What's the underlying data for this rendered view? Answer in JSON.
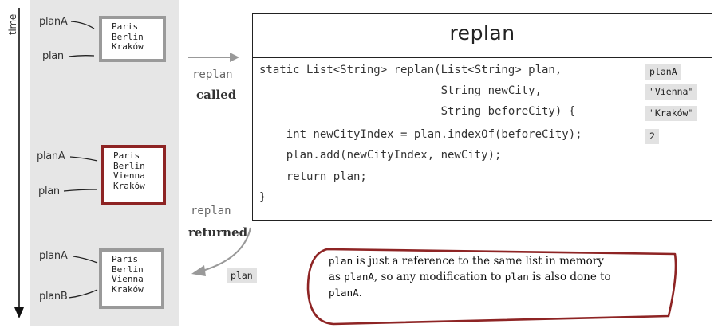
{
  "timeline": {
    "label": "time"
  },
  "states": [
    {
      "labels": [
        "planA",
        "plan"
      ],
      "items": [
        "Paris",
        "Berlin",
        "Kraków"
      ]
    },
    {
      "labels": [
        "planA",
        "plan"
      ],
      "items": [
        "Paris",
        "Berlin",
        "Vienna",
        "Kraków"
      ]
    },
    {
      "labels": [
        "planA",
        "planB"
      ],
      "items": [
        "Paris",
        "Berlin",
        "Vienna",
        "Kraków"
      ]
    }
  ],
  "transitions": {
    "called": {
      "line1": "replan",
      "line2": "called"
    },
    "returned": {
      "line1": "replan",
      "line2": "returned"
    },
    "returned_value": "plan"
  },
  "code": {
    "title": "replan",
    "lines": [
      "static List<String> replan(List<String> plan,",
      "                           String newCity,",
      "                           String beforeCity) {",
      "    int newCityIndex = plan.indexOf(beforeCity);",
      "    plan.add(newCityIndex, newCity);",
      "    return plan;",
      "}"
    ],
    "arguments": [
      "planA",
      "\"Vienna\"",
      "\"Kraków\""
    ],
    "index_value": "2"
  },
  "note": {
    "t1": "plan",
    "t2": " is just a reference to the same list in memory as ",
    "t3": "planA",
    "t4": ", so any modification to ",
    "t5": "plan",
    "t6": " is also done to ",
    "t7": "planA",
    "t8": "."
  },
  "colors": {
    "highlight_border": "#8e2424",
    "panel_bg": "#e6e6e6",
    "chip_bg": "#e2e2e2"
  }
}
